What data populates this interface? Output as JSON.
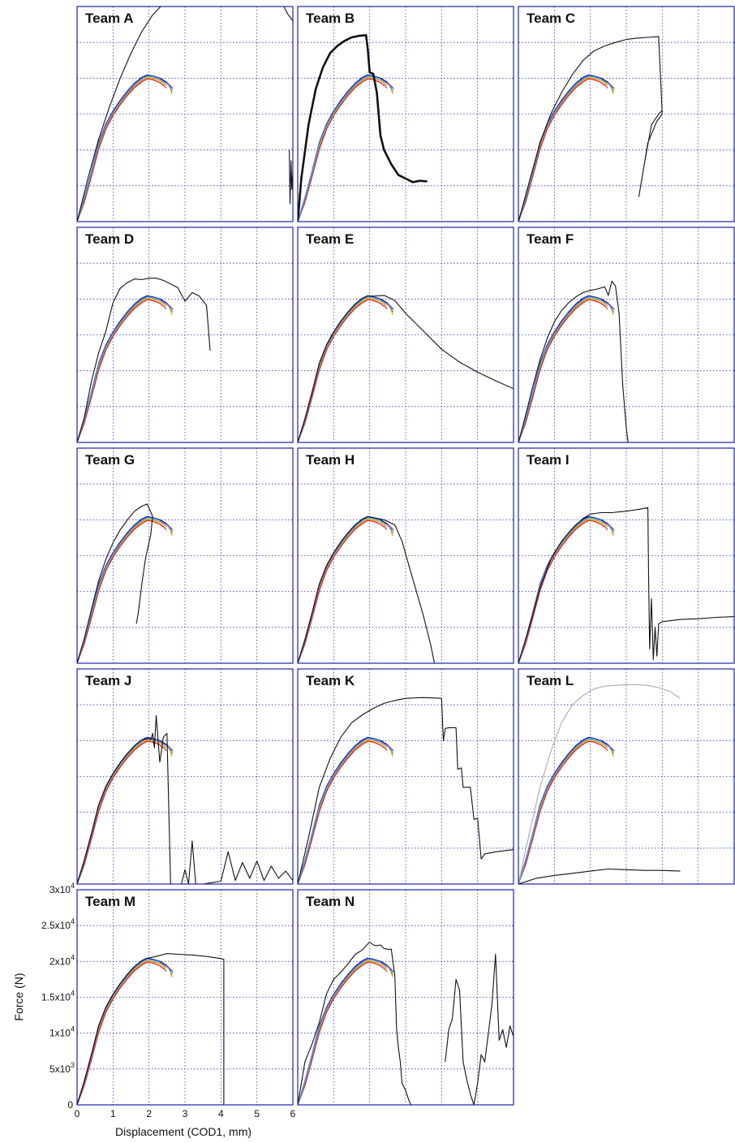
{
  "chart_data": {
    "type": "line",
    "xlabel": "Displacement (COD1, mm)",
    "ylabel": "Force (N)",
    "xlim": [
      0,
      6
    ],
    "ylim": [
      0,
      30000
    ],
    "x_ticks": [
      {
        "value": 0,
        "label": "0"
      },
      {
        "value": 1,
        "label": "1"
      },
      {
        "value": 2,
        "label": "2"
      },
      {
        "value": 3,
        "label": "3"
      },
      {
        "value": 4,
        "label": "4"
      },
      {
        "value": 5,
        "label": "5"
      },
      {
        "value": 6,
        "label": "6"
      }
    ],
    "y_ticks": [
      {
        "value": 0,
        "base": "0",
        "exp": ""
      },
      {
        "value": 5000,
        "base": "5x10",
        "exp": "3"
      },
      {
        "value": 10000,
        "base": "1x10",
        "exp": "4"
      },
      {
        "value": 15000,
        "base": "1.5x10",
        "exp": "4"
      },
      {
        "value": 20000,
        "base": "2x10",
        "exp": "4"
      },
      {
        "value": 25000,
        "base": "2.5x10",
        "exp": "4"
      },
      {
        "value": 30000,
        "base": "3x10",
        "exp": "4"
      }
    ],
    "grid": true,
    "reference_colors": [
      "#1a1aaa",
      "#e8a000",
      "#d83030",
      "#40a0e0",
      "#a030c0",
      "#30a040",
      "#ff7f0e"
    ],
    "reference_curves": [
      {
        "x": [
          0,
          0.2,
          0.4,
          0.6,
          0.8,
          1.0,
          1.2,
          1.4,
          1.6,
          1.8,
          1.95,
          2.1,
          2.3,
          2.5
        ],
        "y": [
          0,
          3300,
          7000,
          11000,
          13600,
          15400,
          16900,
          18200,
          19300,
          20100,
          20450,
          20300,
          20000,
          19400
        ]
      },
      {
        "x": [
          0,
          0.2,
          0.4,
          0.6,
          0.8,
          1.0,
          1.2,
          1.4,
          1.6,
          1.8,
          1.95,
          2.1,
          2.3,
          2.45
        ],
        "y": [
          0,
          3000,
          6600,
          10500,
          13200,
          15000,
          16500,
          17800,
          18900,
          19700,
          20100,
          20000,
          19700,
          19200
        ]
      },
      {
        "x": [
          0,
          0.2,
          0.4,
          0.6,
          0.8,
          1.0,
          1.2,
          1.4,
          1.6,
          1.8,
          1.95,
          2.1,
          2.3,
          2.4
        ],
        "y": [
          0,
          2700,
          6300,
          10100,
          12900,
          14800,
          16300,
          17600,
          18700,
          19500,
          19900,
          19800,
          19400,
          19000
        ]
      },
      {
        "x": [
          0,
          0.2,
          0.4,
          0.6,
          0.8,
          1.0,
          1.2,
          1.4,
          1.6,
          1.8,
          1.95,
          2.1,
          2.3,
          2.55
        ],
        "y": [
          0,
          3200,
          6900,
          10800,
          13400,
          15200,
          16700,
          18000,
          19100,
          19900,
          20300,
          20200,
          19900,
          19100
        ]
      }
    ],
    "panels": [
      {
        "title": "Team A",
        "curves": [
          {
            "x": [
              0,
              0.3,
              0.6,
              0.9,
              1.2,
              1.5,
              1.8,
              2.1,
              2.4,
              2.6,
              2.8,
              3.0,
              3.5,
              4.0,
              4.5,
              5.0,
              5.3,
              5.5,
              5.7,
              5.85,
              6.0
            ],
            "y": [
              0,
              6000,
              11500,
              16000,
              20000,
              23500,
              26500,
              28800,
              30400,
              31300,
              32100,
              33000,
              35000,
              36000,
              36500,
              35500,
              31500,
              33500,
              30500,
              29000,
              28000
            ]
          },
          {
            "x": [
              5.9,
              5.92,
              5.95,
              5.97,
              6.0
            ],
            "y": [
              10000,
              2500,
              8500,
              4500,
              7000
            ]
          }
        ]
      },
      {
        "title": "Team B",
        "curves": [
          {
            "x": [
              0,
              0.1,
              0.3,
              0.5,
              0.7,
              0.9,
              1.1,
              1.3,
              1.5,
              1.7,
              1.9,
              1.95,
              2.0,
              2.1,
              2.2,
              2.3,
              2.4,
              2.6,
              2.8,
              3.0,
              3.2,
              3.4,
              3.6
            ],
            "y": [
              0,
              6000,
              13500,
              18500,
              21500,
              23500,
              24500,
              25200,
              25700,
              25900,
              26000,
              24000,
              20800,
              20600,
              18000,
              12000,
              10000,
              8000,
              6500,
              6000,
              5500,
              5700,
              5600
            ]
          }
        ]
      },
      {
        "title": "Team C",
        "curves": [
          {
            "x": [
              0,
              0.3,
              0.6,
              0.9,
              1.2,
              1.5,
              1.8,
              2.1,
              2.4,
              2.7,
              3.0,
              3.3,
              3.6,
              3.9,
              4.0,
              3.85,
              3.6,
              3.35,
              3.5,
              3.7,
              3.9,
              4.0
            ],
            "y": [
              0,
              5500,
              11000,
              15000,
              18000,
              20500,
              22500,
              23800,
              24500,
              25000,
              25400,
              25600,
              25700,
              25800,
              15000,
              14000,
              11000,
              3500,
              8000,
              13500,
              15000,
              15500
            ]
          }
        ]
      },
      {
        "title": "Team D",
        "curves": [
          {
            "x": [
              0,
              0.2,
              0.4,
              0.6,
              0.8,
              1.0,
              1.2,
              1.4,
              1.6,
              1.8,
              2.0,
              2.2,
              2.4,
              2.6,
              2.8,
              3.0,
              3.2,
              3.4,
              3.6,
              3.7
            ],
            "y": [
              0,
              3500,
              8500,
              12500,
              15500,
              19500,
              21500,
              22300,
              22800,
              22700,
              22900,
              22900,
              22600,
              22100,
              21600,
              19700,
              20900,
              20400,
              19100,
              12800
            ]
          }
        ]
      },
      {
        "title": "Team E",
        "curves": [
          {
            "x": [
              0,
              0.2,
              0.4,
              0.6,
              0.8,
              1.0,
              1.2,
              1.4,
              1.6,
              1.8,
              1.95,
              2.1,
              2.4,
              2.7,
              3.0,
              3.5,
              4.0,
              4.5,
              5.0,
              5.5,
              6.0
            ],
            "y": [
              0,
              3300,
              7000,
              11000,
              13600,
              15400,
              16900,
              18200,
              19300,
              20100,
              20450,
              20400,
              20500,
              19800,
              18000,
              15500,
              13000,
              11200,
              9800,
              8600,
              7500
            ]
          }
        ]
      },
      {
        "title": "Team F",
        "curves": [
          {
            "x": [
              0,
              0.2,
              0.4,
              0.6,
              0.8,
              1.0,
              1.2,
              1.4,
              1.6,
              1.8,
              2.0,
              2.2,
              2.4,
              2.5,
              2.6,
              2.7,
              2.8,
              2.9,
              3.0,
              3.05
            ],
            "y": [
              0,
              3800,
              7800,
              11500,
              14500,
              16800,
              18400,
              19500,
              20300,
              20900,
              21200,
              21400,
              21700,
              20500,
              22500,
              21800,
              18000,
              8000,
              2000,
              0
            ]
          }
        ]
      },
      {
        "title": "Team G",
        "curves": [
          {
            "x": [
              0,
              0.2,
              0.4,
              0.6,
              0.8,
              1.0,
              1.2,
              1.4,
              1.6,
              1.8,
              1.95,
              2.1,
              2.05,
              1.9,
              1.8,
              1.7,
              1.65
            ],
            "y": [
              0,
              3500,
              7500,
              11500,
              14500,
              16800,
              18600,
              20000,
              21200,
              21900,
              22200,
              20500,
              18000,
              14500,
              11000,
              7000,
              5500
            ]
          }
        ]
      },
      {
        "title": "Team H",
        "curves": [
          {
            "x": [
              0,
              0.2,
              0.4,
              0.6,
              0.8,
              1.0,
              1.2,
              1.4,
              1.6,
              1.8,
              1.95,
              2.1,
              2.4,
              2.7,
              2.9,
              3.1,
              3.3,
              3.5,
              3.7,
              3.8,
              6.0
            ],
            "y": [
              0,
              3300,
              7000,
              11000,
              13600,
              15400,
              16900,
              18200,
              19300,
              20100,
              20450,
              20300,
              20000,
              19300,
              17000,
              13500,
              10000,
              6500,
              2500,
              0,
              0
            ]
          }
        ]
      },
      {
        "title": "Team I",
        "curves": [
          {
            "x": [
              0,
              0.3,
              0.6,
              0.9,
              1.2,
              1.5,
              1.8,
              2.0,
              2.3,
              2.6,
              3.0,
              3.4,
              3.6,
              3.62,
              3.65,
              3.7,
              3.75,
              3.8,
              3.85,
              3.9,
              4.0,
              4.5,
              5.0,
              5.5,
              6.0
            ],
            "y": [
              0,
              5000,
              10500,
              14500,
              17000,
              18800,
              20200,
              20800,
              21000,
              21000,
              21200,
              21500,
              21700,
              12000,
              2000,
              9000,
              500,
              5000,
              1000,
              5500,
              5800,
              6100,
              6200,
              6400,
              6500
            ]
          }
        ]
      },
      {
        "title": "Team J",
        "curves": [
          {
            "x": [
              0,
              0.2,
              0.4,
              0.6,
              0.8,
              1.0,
              1.2,
              1.4,
              1.6,
              1.8,
              1.9,
              2.0,
              2.05,
              2.1,
              2.15,
              2.2,
              2.3,
              2.4,
              2.5,
              2.6,
              2.7,
              2.8,
              2.9,
              3.0,
              3.1,
              3.2,
              3.3,
              3.5,
              4.0,
              4.2,
              4.4,
              4.6,
              4.8,
              5.0,
              5.2,
              5.4,
              5.6,
              5.8,
              6.0
            ],
            "y": [
              0,
              3300,
              7000,
              11000,
              13600,
              15400,
              16900,
              18200,
              19300,
              20100,
              20200,
              20300,
              20100,
              21000,
              19000,
              23500,
              17000,
              20500,
              21000,
              0,
              0,
              0,
              0,
              2000,
              0,
              6000,
              0,
              0,
              400,
              4500,
              500,
              3000,
              800,
              3200,
              500,
              2500,
              800,
              1800,
              500
            ]
          }
        ]
      },
      {
        "title": "Team K",
        "curves": [
          {
            "x": [
              0,
              0.3,
              0.6,
              0.9,
              1.2,
              1.5,
              1.8,
              2.1,
              2.4,
              2.7,
              3.0,
              3.5,
              4.0,
              4.05,
              4.1,
              4.2,
              4.4,
              4.45,
              4.55,
              4.6,
              4.8,
              4.9,
              5.0,
              5.1,
              5.2,
              5.5,
              6.0
            ],
            "y": [
              0,
              6500,
              13500,
              17500,
              20500,
              22500,
              23600,
              24500,
              25200,
              25600,
              25900,
              26000,
              25900,
              20000,
              21700,
              21800,
              21800,
              16000,
              16200,
              13500,
              13500,
              9000,
              9200,
              3500,
              4200,
              4500,
              4800
            ]
          }
        ]
      },
      {
        "title": "Team L",
        "curves": [
          {
            "x": [
              0,
              0.3,
              0.6,
              0.9,
              1.2,
              1.5,
              1.8,
              2.1,
              2.4,
              2.7,
              3.0,
              3.3,
              3.6,
              3.9,
              4.2,
              4.5
            ],
            "y": [
              0,
              7000,
              13500,
              18500,
              22500,
              25000,
              26300,
              27200,
              27600,
              27700,
              27800,
              27800,
              27700,
              27400,
              26900,
              25900
            ],
            "style": "light"
          },
          {
            "x": [
              0,
              0.5,
              1.0,
              1.5,
              2.0,
              2.5,
              3.0,
              3.5,
              4.0,
              4.5
            ],
            "y": [
              0,
              800,
              1200,
              1500,
              1800,
              2100,
              2000,
              1900,
              1900,
              1800
            ]
          }
        ]
      },
      {
        "title": "Team M",
        "curves": [
          {
            "x": [
              0,
              0.2,
              0.4,
              0.6,
              0.8,
              1.0,
              1.2,
              1.4,
              1.6,
              1.8,
              1.95,
              2.2,
              2.5,
              2.8,
              3.2,
              3.6,
              4.0,
              4.08,
              4.08
            ],
            "y": [
              0,
              3300,
              7000,
              11000,
              13600,
              15400,
              16900,
              18200,
              19300,
              20100,
              20450,
              20700,
              21100,
              21000,
              20900,
              20700,
              20400,
              20300,
              0
            ]
          }
        ]
      },
      {
        "title": "Team N",
        "curves": [
          {
            "x": [
              0,
              0.1,
              0.2,
              0.4,
              0.6,
              0.8,
              1.0,
              1.2,
              1.4,
              1.6,
              1.8,
              1.9,
              2.0,
              2.1,
              2.2,
              2.3,
              2.4,
              2.5,
              2.6,
              2.7,
              2.75,
              2.8,
              2.85,
              2.9,
              3.0,
              3.1,
              3.15
            ],
            "y": [
              0,
              3000,
              6000,
              8500,
              11500,
              15500,
              17500,
              18500,
              19700,
              21000,
              21600,
              22200,
              22700,
              22300,
              22200,
              22300,
              21800,
              21700,
              21700,
              18000,
              10500,
              8000,
              6000,
              3000,
              2000,
              500,
              0
            ]
          },
          {
            "x": [
              4.1,
              4.2,
              4.3,
              4.4,
              4.5,
              4.6,
              4.7,
              4.8,
              4.9,
              5.0,
              5.1,
              5.2,
              5.3,
              5.4,
              5.5,
              5.6,
              5.7,
              5.8,
              5.9,
              6.0
            ],
            "y": [
              6000,
              10500,
              12000,
              17500,
              16000,
              6000,
              3500,
              1500,
              0,
              3000,
              7000,
              6000,
              10000,
              14000,
              21000,
              9000,
              10500,
              8000,
              11000,
              9500
            ]
          }
        ]
      }
    ]
  }
}
